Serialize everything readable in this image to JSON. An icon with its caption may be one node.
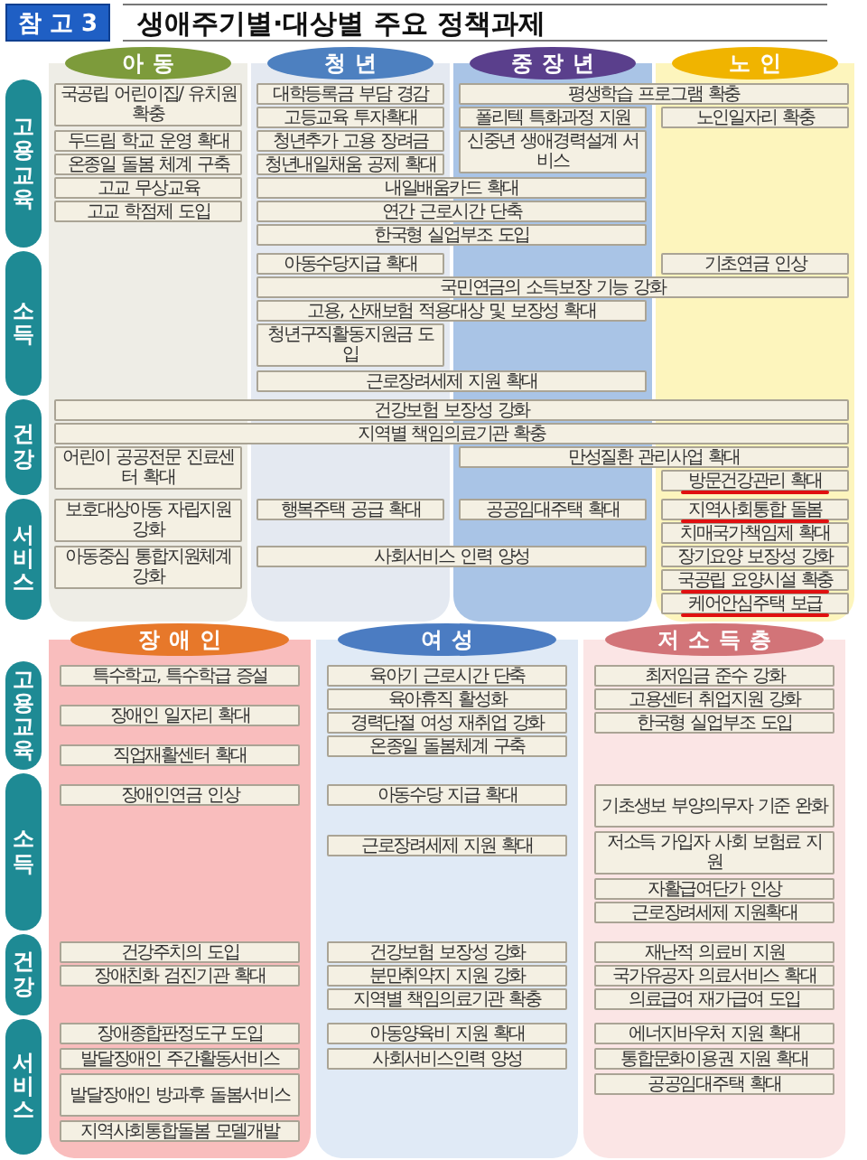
{
  "diagram": {
    "title": "생애주기별·대상별 주요 정책과제",
    "nodes": [
      {
        "text": [
          "고용교육"
        ]
      },
      {
        "text": [
          "소득"
        ]
      },
      {
        "text": [
          "건강"
        ]
      },
      {
        "text": [
          "서비스"
        ]
      },
      {
        "text": [
          "아동"
        ]
      },
      {
        "text": [
          "청년"
        ]
      },
      {
        "text": [
          "중장년"
        ]
      },
      {
        "text": [
          "노인"
        ]
      },
      {
        "text": [
          "국공립 어린이집/ 유치원 확충"
        ],
        "in": 4
      },
      {
        "text": [
          "대학등록금 부담 경감"
        ],
        "in": 5
      },
      {
        "text": [
          "평생학습 프로그램 확충"
        ]
      },
      {
        "text": [
          "고등교육 투자확대"
        ],
        "in": 5
      },
      {
        "text": [
          "폴리텍 특화과정 지원"
        ],
        "in": 6
      },
      {
        "text": [
          "노인일자리 확충"
        ],
        "in": 7
      },
      {
        "text": [
          "두드림 학교 운영 확대"
        ],
        "in": 4
      },
      {
        "text": [
          "청년추가 고용 장려금"
        ],
        "in": 5
      },
      {
        "text": [
          "신중년 생애경력설계 서비스"
        ],
        "in": 6
      },
      {
        "text": [
          "온종일 돌봄 체계 구축"
        ],
        "in": 4
      },
      {
        "text": [
          "청년내일채움 공제 확대"
        ],
        "in": 5
      },
      {
        "text": [
          "고교 무상교육"
        ],
        "in": 4
      },
      {
        "text": [
          "내일배움카드 확대"
        ]
      },
      {
        "text": [
          "고교 학점제 도입"
        ],
        "in": 4
      },
      {
        "text": [
          "연간 근로시간 단축"
        ]
      },
      {
        "text": [
          "한국형 실업부조 도입"
        ]
      },
      {
        "text": [
          "아동수당지급 확대"
        ],
        "in": 5
      },
      {
        "text": [
          "기초연금 인상"
        ],
        "in": 7
      },
      {
        "text": [
          "국민연금의 소득보장 기능 강화"
        ]
      },
      {
        "text": [
          "고용, 산재보험 적용대상 및 보장성 확대"
        ]
      },
      {
        "text": [
          "청년구직활동지원금 도입"
        ],
        "in": 5
      },
      {
        "text": [
          "근로장려세제 지원 확대"
        ]
      },
      {
        "text": [
          "건강보험 보장성 강화"
        ]
      },
      {
        "text": [
          "지역별 책임의료기관 확충"
        ]
      },
      {
        "text": [
          "어린이 공공전문 진료센터 확대"
        ],
        "in": 4
      },
      {
        "text": [
          "만성질환 관리사업 확대"
        ]
      },
      {
        "text": [
          "방문건강관리 확대"
        ],
        "in": 7
      },
      {
        "text": [
          "보호대상아동 자립지원 강화"
        ],
        "in": 4
      },
      {
        "text": [
          "행복주택 공급 확대"
        ],
        "in": 5
      },
      {
        "text": [
          "공공임대주택 확대"
        ],
        "in": 6
      },
      {
        "text": [
          "지역사회통합 돌봄"
        ],
        "in": 7
      },
      {
        "text": [
          "치매국가책임제 확대"
        ],
        "in": 7
      },
      {
        "text": [
          "아동중심 통합지원체계 강화"
        ],
        "in": 4
      },
      {
        "text": [
          "사회서비스 인력 양성"
        ]
      },
      {
        "text": [
          "장기요양 보장성 강화"
        ],
        "in": 7
      },
      {
        "text": [
          "국공립 요양시설 확충"
        ],
        "in": 7
      },
      {
        "text": [
          "케어안심주택 보급"
        ],
        "in": 7
      },
      {
        "text": [
          "고용교육"
        ]
      },
      {
        "text": [
          "소득"
        ]
      },
      {
        "text": [
          "건강"
        ]
      },
      {
        "text": [
          "서비스"
        ]
      },
      {
        "text": [
          "장애인"
        ]
      },
      {
        "text": [
          "여성"
        ]
      },
      {
        "text": [
          "저소득층"
        ]
      },
      {
        "text": [
          "특수학교, 특수학급 증설"
        ],
        "in": 49
      },
      {
        "text": [
          "육아기 근로시간 단축"
        ],
        "in": 50
      },
      {
        "text": [
          "최저임금 준수 강화"
        ],
        "in": 51
      },
      {
        "text": [
          "육아휴직 활성화"
        ],
        "in": 50
      },
      {
        "text": [
          "고용센터 취업지원 강화"
        ],
        "in": 51
      },
      {
        "text": [
          "장애인 일자리 확대"
        ],
        "in": 49
      },
      {
        "text": [
          "경력단절 여성 재취업 강화"
        ],
        "in": 50
      },
      {
        "text": [
          "한국형 실업부조 도입"
        ],
        "in": 51
      },
      {
        "text": [
          "온종일 돌봄체계 구축"
        ],
        "in": 50
      },
      {
        "text": [
          "직업재활센터 확대"
        ],
        "in": 49
      },
      {
        "text": [
          "장애인연금 인상"
        ],
        "in": 49
      },
      {
        "text": [
          "아동수당 지급 확대"
        ],
        "in": 50
      },
      {
        "text": [
          "기초생보 부양의무자 기준 완화"
        ],
        "in": 51
      },
      {
        "text": [
          "근로장려세제 지원 확대"
        ],
        "in": 50
      },
      {
        "text": [
          "저소득 가입자 사회 보험료 지원"
        ],
        "in": 51
      },
      {
        "text": [
          "자활급여단가 인상"
        ],
        "in": 51
      },
      {
        "text": [
          "근로장려세제 지원확대"
        ],
        "in": 51
      },
      {
        "text": [
          "건강주치의 도입"
        ],
        "in": 49
      },
      {
        "text": [
          "건강보험 보장성 강화"
        ],
        "in": 50
      },
      {
        "text": [
          "재난적 의료비 지원"
        ],
        "in": 51
      },
      {
        "text": [
          "장애친화 검진기관 확대"
        ],
        "in": 49
      },
      {
        "text": [
          "분만취약지 지원 강화"
        ],
        "in": 50
      },
      {
        "text": [
          "국가유공자 의료서비스 확대"
        ],
        "in": 51
      },
      {
        "text": [
          "지역별 책임의료기관 확충"
        ],
        "in": 50
      },
      {
        "text": [
          "의료급여 재가급여 도입"
        ],
        "in": 51
      },
      {
        "text": [
          "장애종합판정도구 도입"
        ],
        "in": 49
      },
      {
        "text": [
          "아동양육비 지원 확대"
        ],
        "in": 50
      },
      {
        "text": [
          "에너지바우처 지원 확대"
        ],
        "in": 51
      },
      {
        "text": [
          "발달장애인 주간활동서비스"
        ],
        "in": 49
      },
      {
        "text": [
          "사회서비스인력 양성"
        ],
        "in": 50
      },
      {
        "text": [
          "통합문화이용권 지원 확대"
        ],
        "in": 51
      },
      {
        "text": [
          "발달장애인 방과후 돌봄서비스"
        ],
        "in": 49
      },
      {
        "text": [
          "공공임대주택 확대"
        ],
        "in": 51
      },
      {
        "text": [
          "지역사회통합돌봄 모델개발"
        ],
        "in": 49
      }
    ],
    "labels": [
      "참 고 3"
    ]
  }
}
